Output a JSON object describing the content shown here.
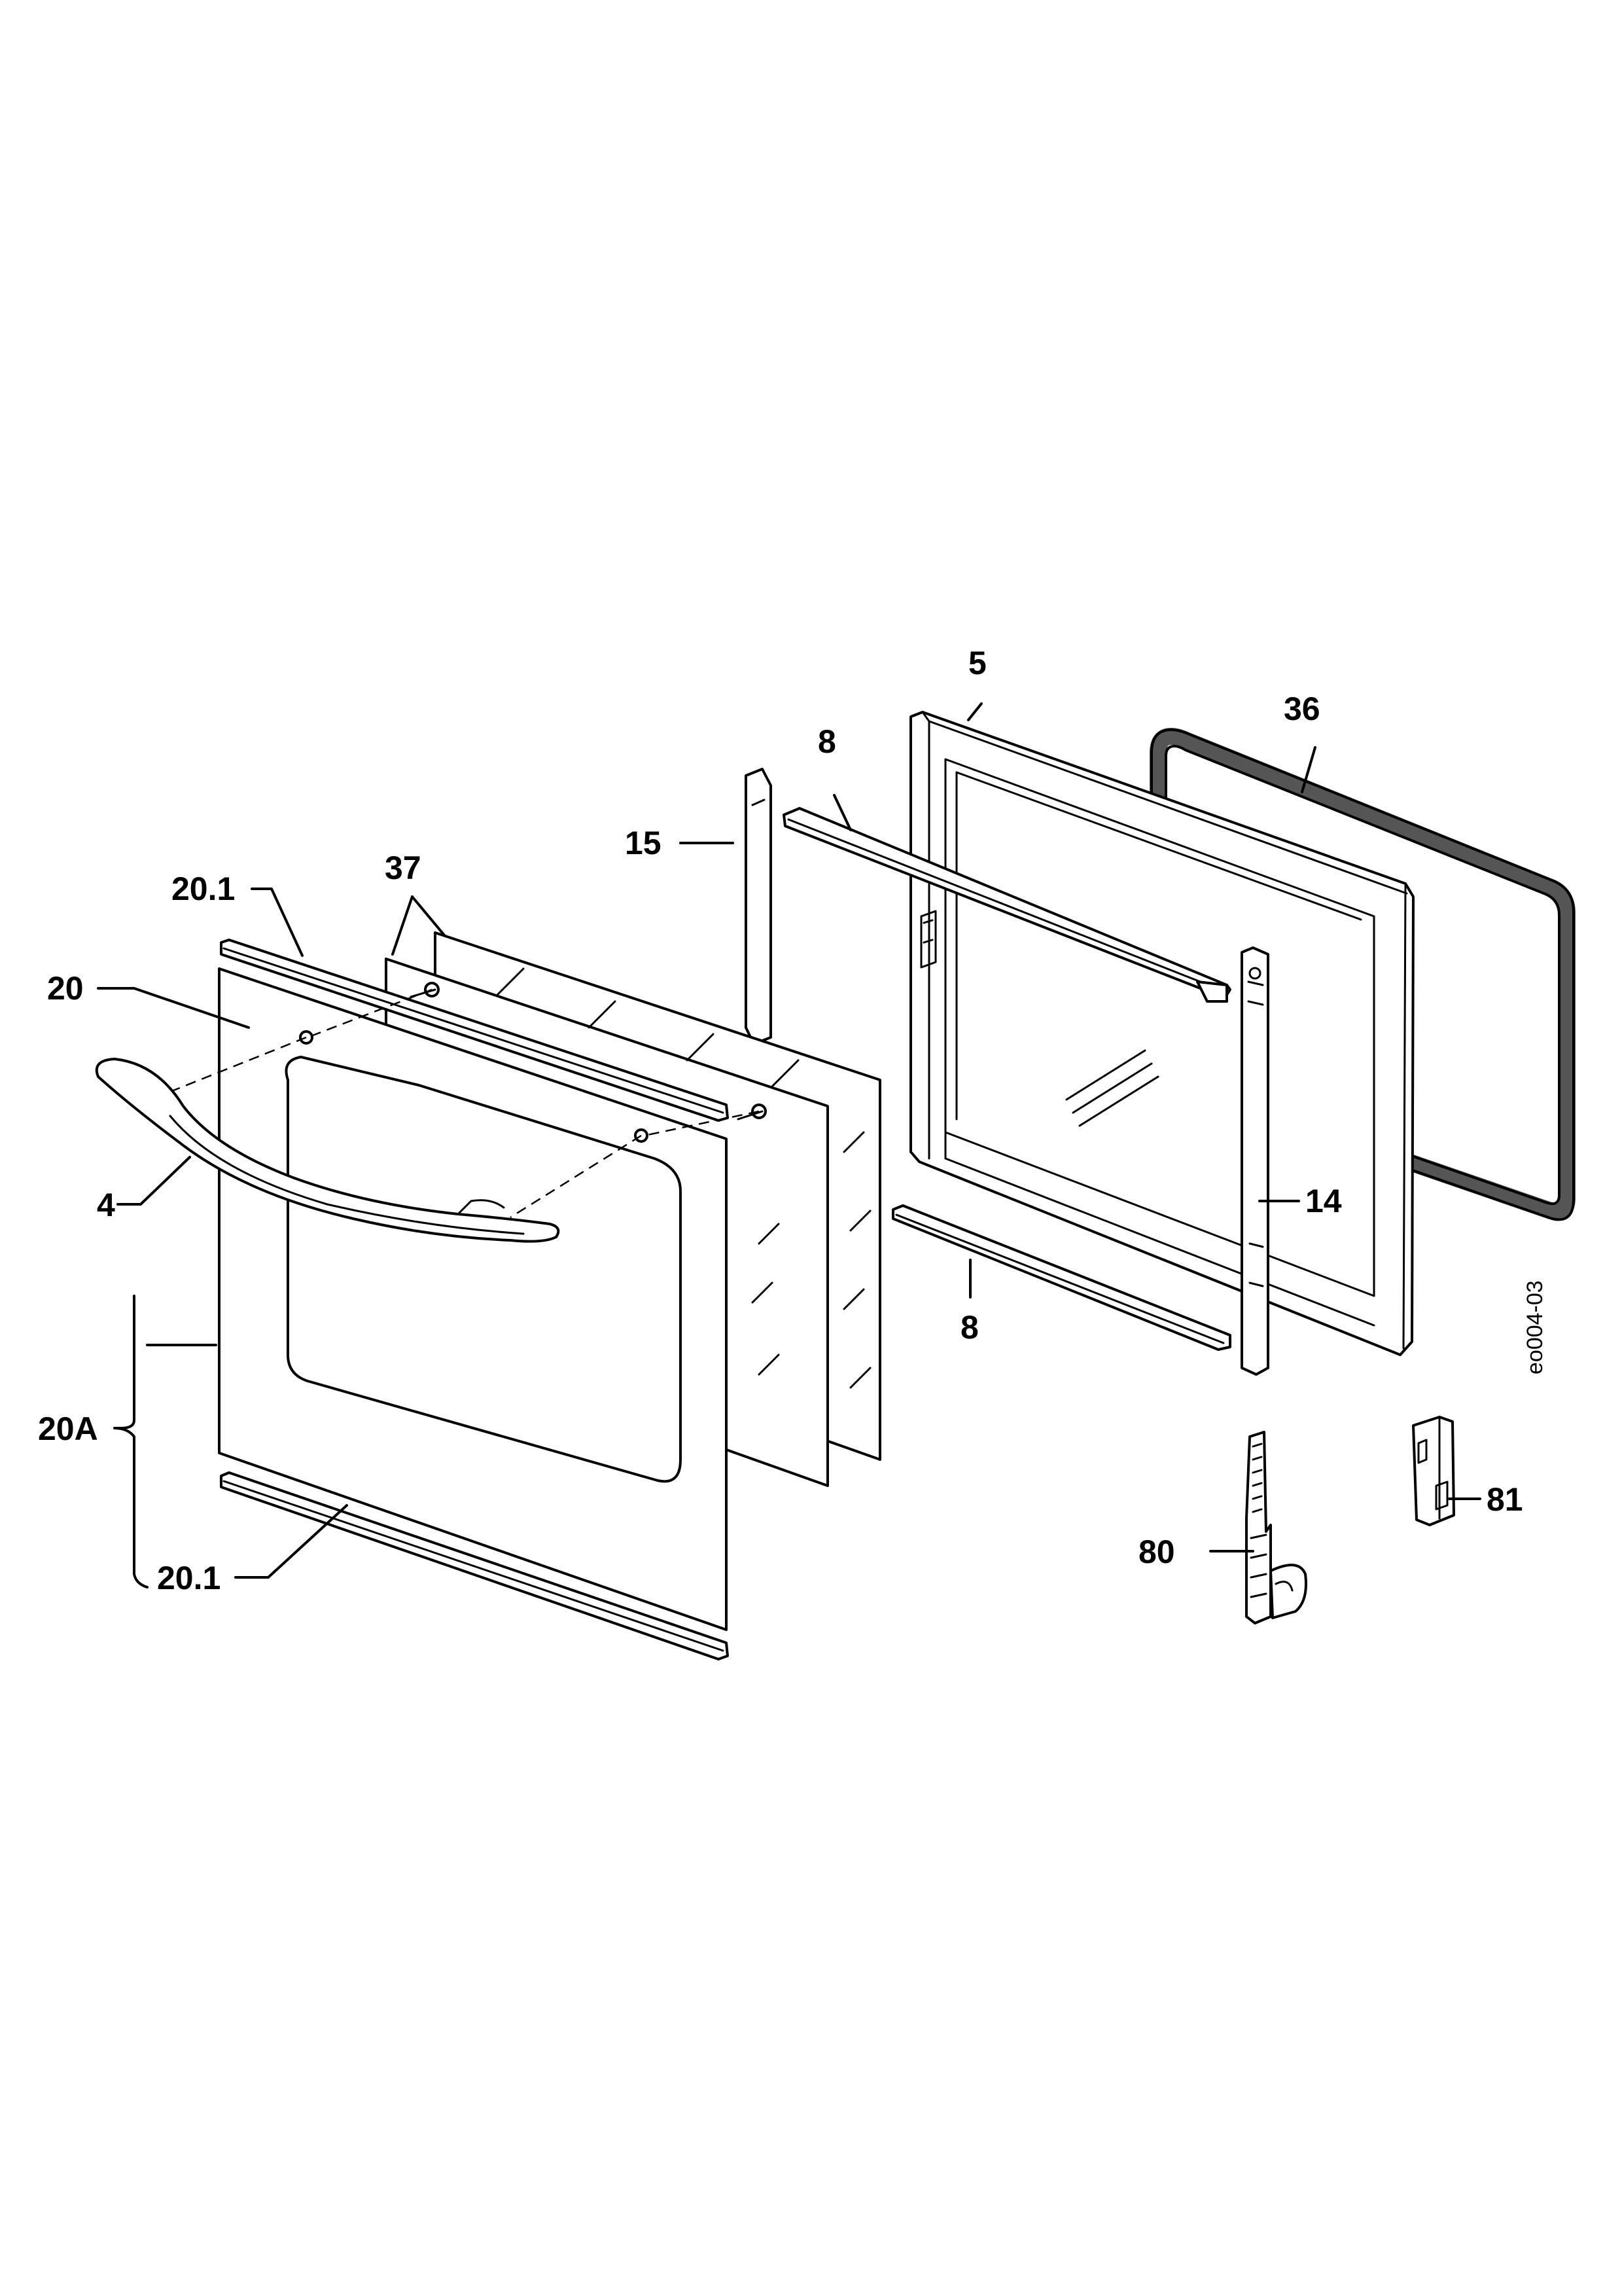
{
  "diagram": {
    "drawing_code": "eo004-03",
    "labels": {
      "door_glass_outer": "20",
      "trim_strip_top": "20.1",
      "trim_strip_bottom": "20.1",
      "handle": "4",
      "door_assembly": "20A",
      "inner_glass_pair": "37",
      "side_bracket_left": "15",
      "glass_rail_top": "8",
      "glass_rail_bottom": "8",
      "inner_door_frame": "5",
      "door_seal": "36",
      "side_bracket_right": "14",
      "hinge": "80",
      "hinge_catch": "81"
    }
  }
}
